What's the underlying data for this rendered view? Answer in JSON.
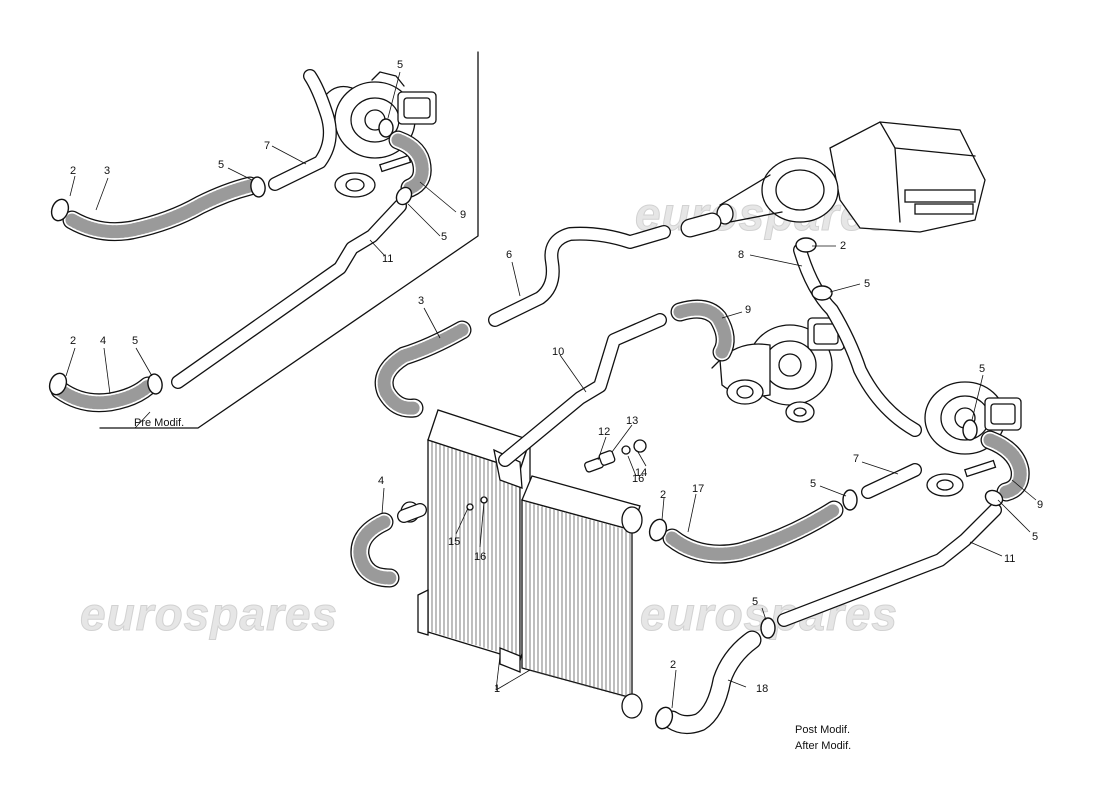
{
  "watermark": {
    "text": "eurospares"
  },
  "callouts": {
    "n1": "1",
    "n2": "2",
    "n3": "3",
    "n4": "4",
    "n5": "5",
    "n6": "6",
    "n7": "7",
    "n8": "8",
    "n9": "9",
    "n10": "10",
    "n11": "11",
    "n12": "12",
    "n13": "13",
    "n14": "14",
    "n15": "15",
    "n16": "16",
    "n17": "17",
    "n18": "18"
  },
  "notes": {
    "pre_modif": "Pre Modif.",
    "post_modif": "Post Modif.",
    "after_modif": "After Modif."
  }
}
